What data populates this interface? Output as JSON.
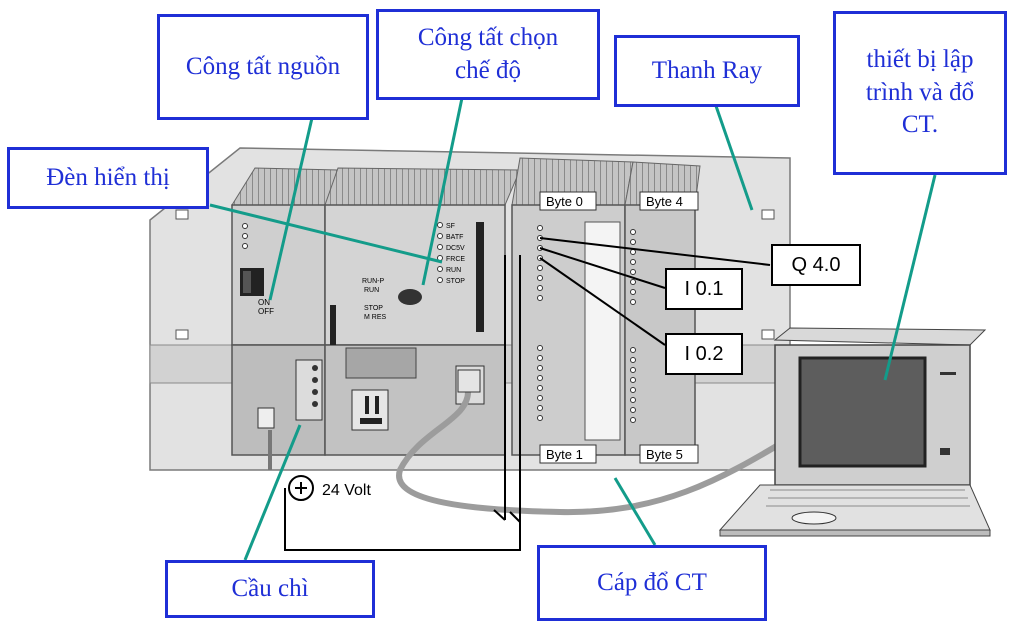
{
  "callouts": {
    "power_switch": "Công tất nguồn",
    "mode_switch": "Công tất chọn chế độ",
    "rail": "Thanh Ray",
    "programmer": "thiết bị lập trình và đổ CT.",
    "indicator_lights": "Đèn hiển thị",
    "fuse": "Cầu chì",
    "download_cable": "Cáp đổ CT"
  },
  "io_tags": {
    "output_q40": "Q 4.0",
    "input_i01": "I 0.1",
    "input_i02": "I 0.2"
  },
  "module_labels": {
    "byte0": "Byte 0",
    "byte1": "Byte 1",
    "byte4": "Byte 4",
    "byte5": "Byte 5"
  },
  "supply_label": "24 Volt",
  "psu_switch": {
    "on": "ON",
    "off": "OFF"
  },
  "cpu_modes": {
    "runp": "RUN-P",
    "run": "RUN",
    "stop": "STOP",
    "mres": "M RES"
  },
  "cpu_leds": [
    "SF",
    "BATF",
    "DC5V",
    "FRCE",
    "RUN",
    "STOP"
  ],
  "colors": {
    "callout_border": "#1f2fd6",
    "callout_text": "#1f2fd6",
    "leader_line": "#139c8a",
    "wire": "#000000",
    "module_fill": "#cfcfcf",
    "rail_fill": "#e2e2e2"
  }
}
